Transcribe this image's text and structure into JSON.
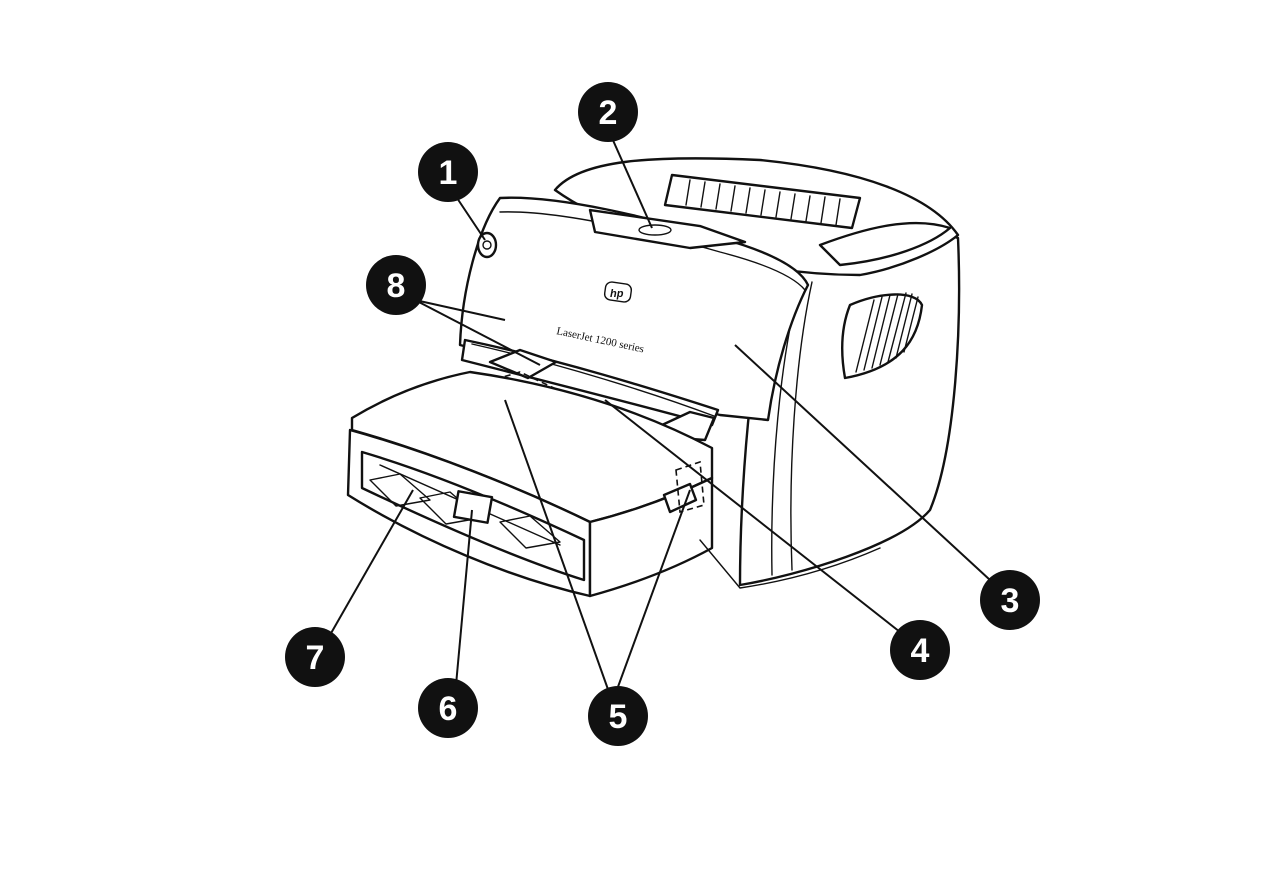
{
  "figure": {
    "logo_mark": "hp",
    "model_label": "LaserJet 1200 series",
    "callouts": [
      {
        "number": "1"
      },
      {
        "number": "2"
      },
      {
        "number": "3"
      },
      {
        "number": "4"
      },
      {
        "number": "5"
      },
      {
        "number": "6"
      },
      {
        "number": "7"
      },
      {
        "number": "8"
      }
    ]
  }
}
